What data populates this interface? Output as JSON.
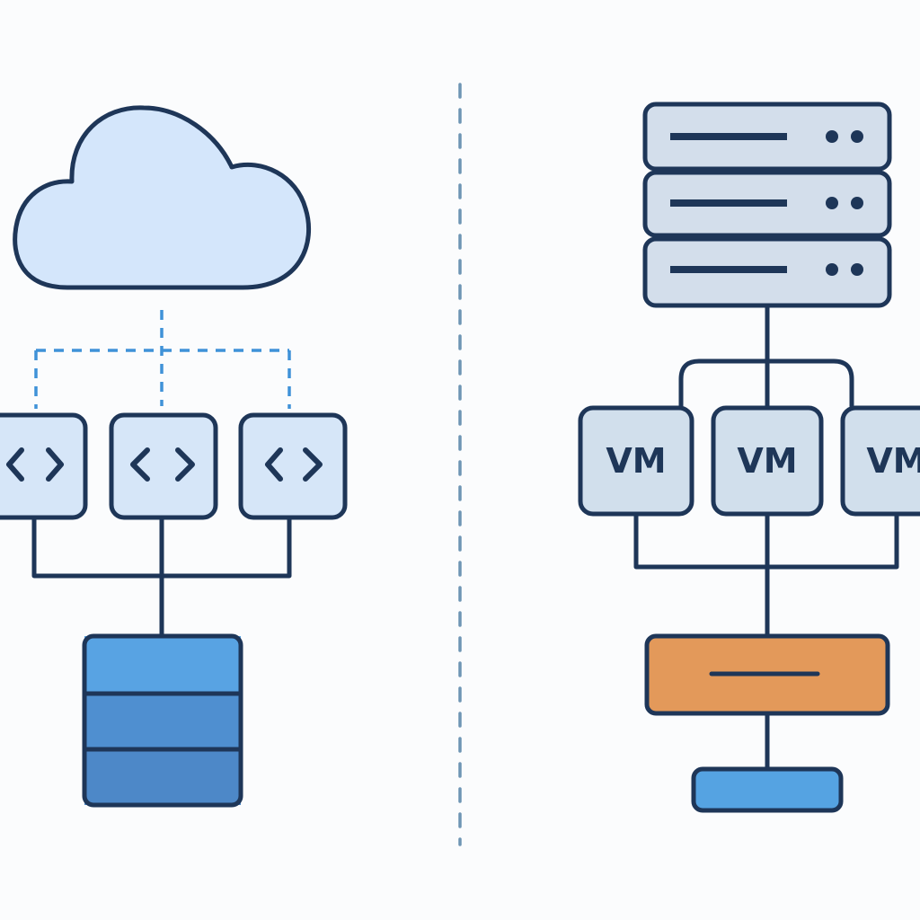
{
  "colors": {
    "outline": "#1e3658",
    "cloud_fill": "#d4e6fb",
    "code_box_fill": "#d6e6f8",
    "db_top": "#58a3e3",
    "db_mid": "#4f8fd0",
    "db_bottom": "#4d88c8",
    "server_fill": "#d3deeb",
    "vm_fill": "#d1dfec",
    "hypervisor_fill": "#e3995a",
    "base_fill": "#55a3e2",
    "connector_dashed": "#3f92d8",
    "divider": "#6e95b4"
  },
  "left": {
    "cloud": {
      "icon": "cloud-icon"
    },
    "code_boxes": [
      {
        "icon": "code-brackets-icon"
      },
      {
        "icon": "code-brackets-icon"
      },
      {
        "icon": "code-brackets-icon"
      }
    ],
    "database": {
      "icon": "database-icon",
      "layers": 3
    }
  },
  "right": {
    "server_rack": {
      "icon": "server-rack-icon",
      "units": 3
    },
    "vms": [
      {
        "label": "VM"
      },
      {
        "label": "VM"
      },
      {
        "label": "VM"
      }
    ],
    "hypervisor": {
      "icon": "hypervisor-bar-icon"
    },
    "hardware_base": {
      "icon": "hardware-base-icon"
    }
  }
}
